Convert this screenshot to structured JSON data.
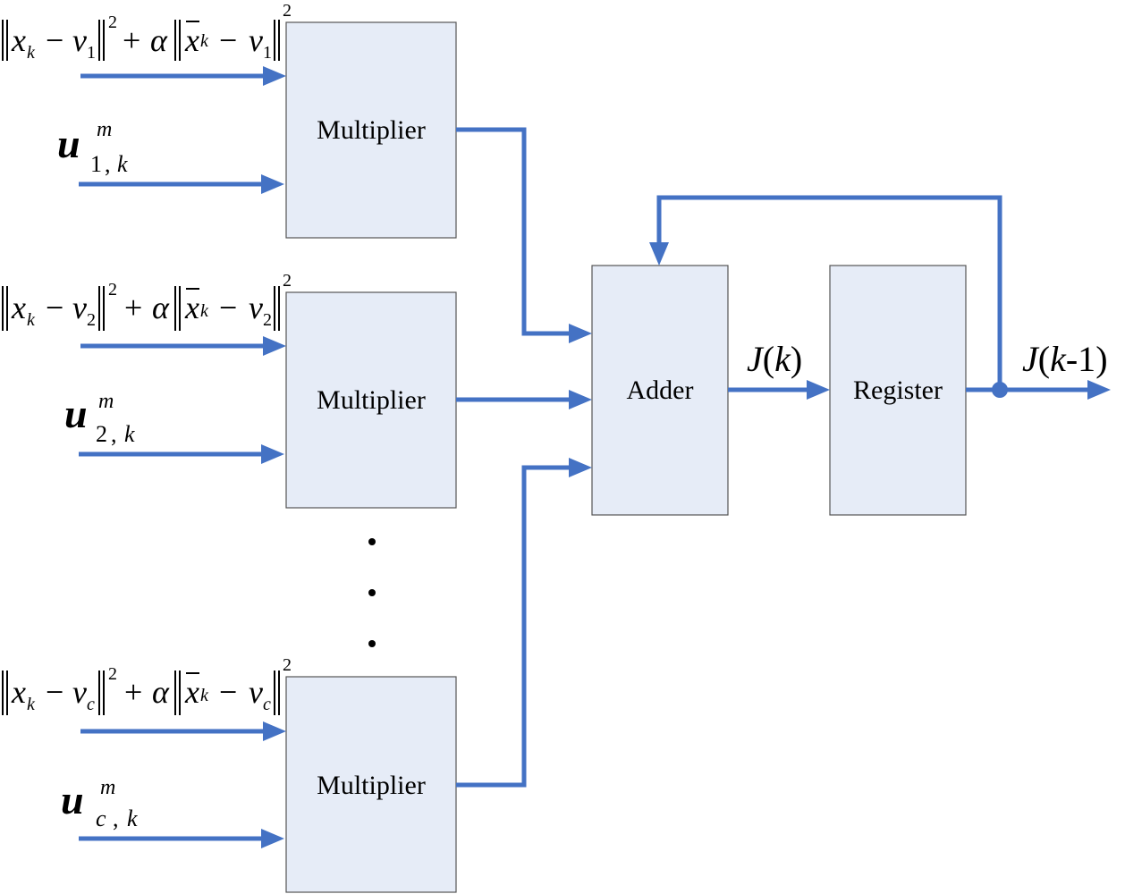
{
  "blocks": {
    "multiplier_label": "Multiplier",
    "adder_label": "Adder",
    "register_label": "Register"
  },
  "signals": {
    "adder_output": {
      "name": "J",
      "arg": "k"
    },
    "register_output": {
      "name": "J",
      "arg_var": "k",
      "arg_rest": "-1"
    }
  },
  "inputs": [
    {
      "dist": {
        "x": "x",
        "x_sub": "k",
        "v": "v",
        "v_sub": "1",
        "power": "2",
        "alpha": "α"
      },
      "membership": {
        "u": "u",
        "sup": "m",
        "sub_index": "1",
        "comma": ",",
        "sub_k": "k"
      }
    },
    {
      "dist": {
        "x": "x",
        "x_sub": "k",
        "v": "v",
        "v_sub": "2",
        "power": "2",
        "alpha": "α"
      },
      "membership": {
        "u": "u",
        "sup": "m",
        "sub_index": "2",
        "comma": ",",
        "sub_k": "k"
      }
    },
    {
      "dist": {
        "x": "x",
        "x_sub": "k",
        "v": "v",
        "v_sub": "c",
        "power": "2",
        "alpha": "α"
      },
      "membership": {
        "u": "u",
        "sup": "m",
        "sub_index": "c",
        "comma": ",",
        "sub_k": "k"
      }
    }
  ],
  "operators": {
    "minus": "−",
    "plus": "+"
  },
  "colors": {
    "wire": "#4472c4",
    "block_fill": "#e6ecf7",
    "block_stroke": "#555555"
  }
}
